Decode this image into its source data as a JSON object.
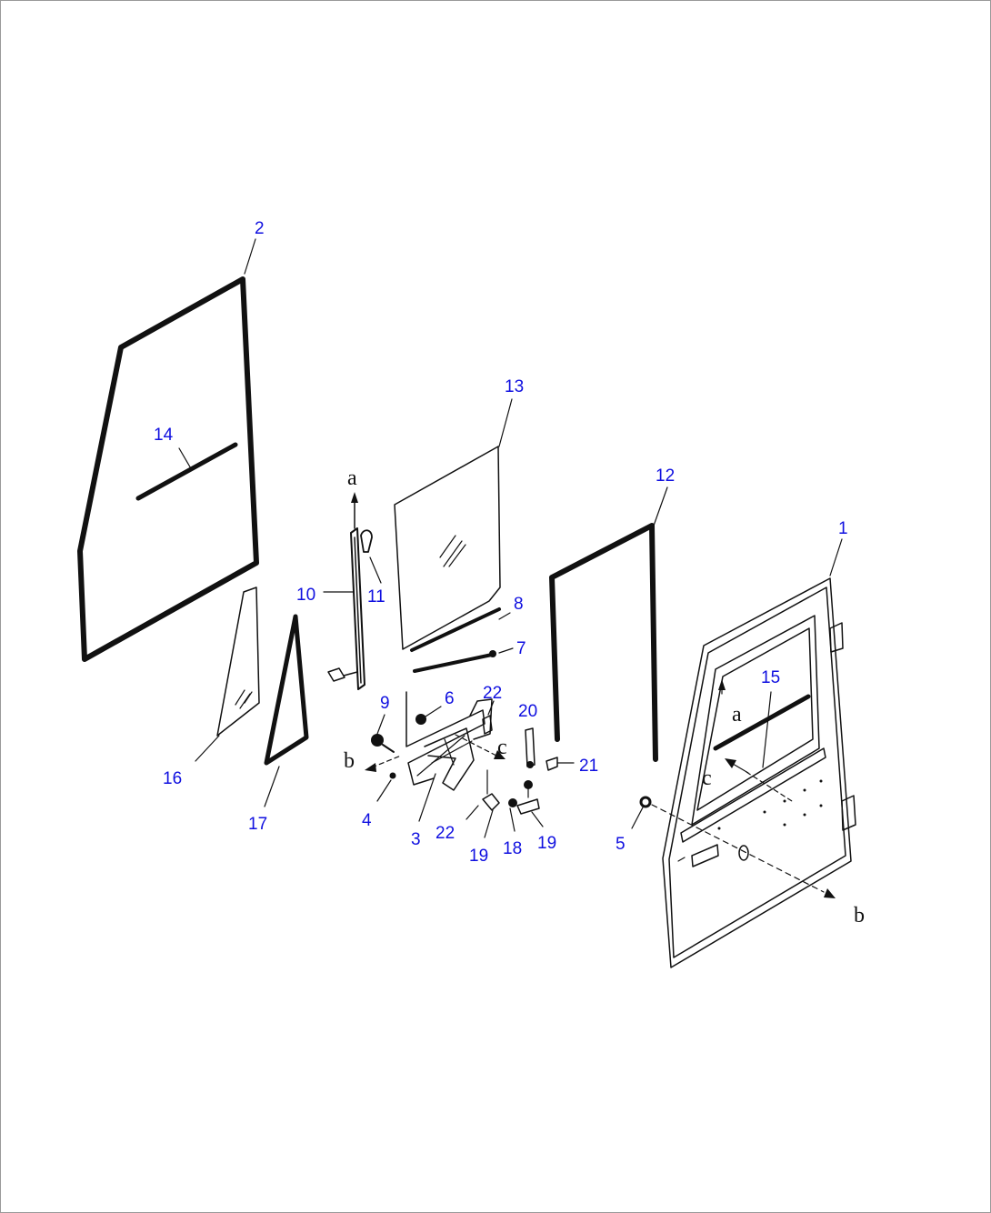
{
  "diagram": {
    "callouts": [
      {
        "id": "c1",
        "text": "1"
      },
      {
        "id": "c2",
        "text": "2"
      },
      {
        "id": "c3",
        "text": "3"
      },
      {
        "id": "c4",
        "text": "4"
      },
      {
        "id": "c5",
        "text": "5"
      },
      {
        "id": "c6",
        "text": "6"
      },
      {
        "id": "c7",
        "text": "7"
      },
      {
        "id": "c8",
        "text": "8"
      },
      {
        "id": "c9",
        "text": "9"
      },
      {
        "id": "c10",
        "text": "10"
      },
      {
        "id": "c11",
        "text": "11"
      },
      {
        "id": "c12",
        "text": "12"
      },
      {
        "id": "c13",
        "text": "13"
      },
      {
        "id": "c14",
        "text": "14"
      },
      {
        "id": "c15",
        "text": "15"
      },
      {
        "id": "c16",
        "text": "16"
      },
      {
        "id": "c17",
        "text": "17"
      },
      {
        "id": "c18",
        "text": "18"
      },
      {
        "id": "c19a",
        "text": "19"
      },
      {
        "id": "c19b",
        "text": "19"
      },
      {
        "id": "c20",
        "text": "20"
      },
      {
        "id": "c21",
        "text": "21"
      },
      {
        "id": "c22a",
        "text": "22"
      },
      {
        "id": "c22b",
        "text": "22"
      }
    ],
    "reference_letters": [
      {
        "id": "a1",
        "text": "a"
      },
      {
        "id": "a2",
        "text": "a"
      },
      {
        "id": "b1",
        "text": "b"
      },
      {
        "id": "b2",
        "text": "b"
      },
      {
        "id": "cl1",
        "text": "c"
      },
      {
        "id": "cl2",
        "text": "c"
      }
    ],
    "colors": {
      "callout": "#1010e0",
      "line": "#111111",
      "frame_border": "#9a9a9a"
    }
  }
}
